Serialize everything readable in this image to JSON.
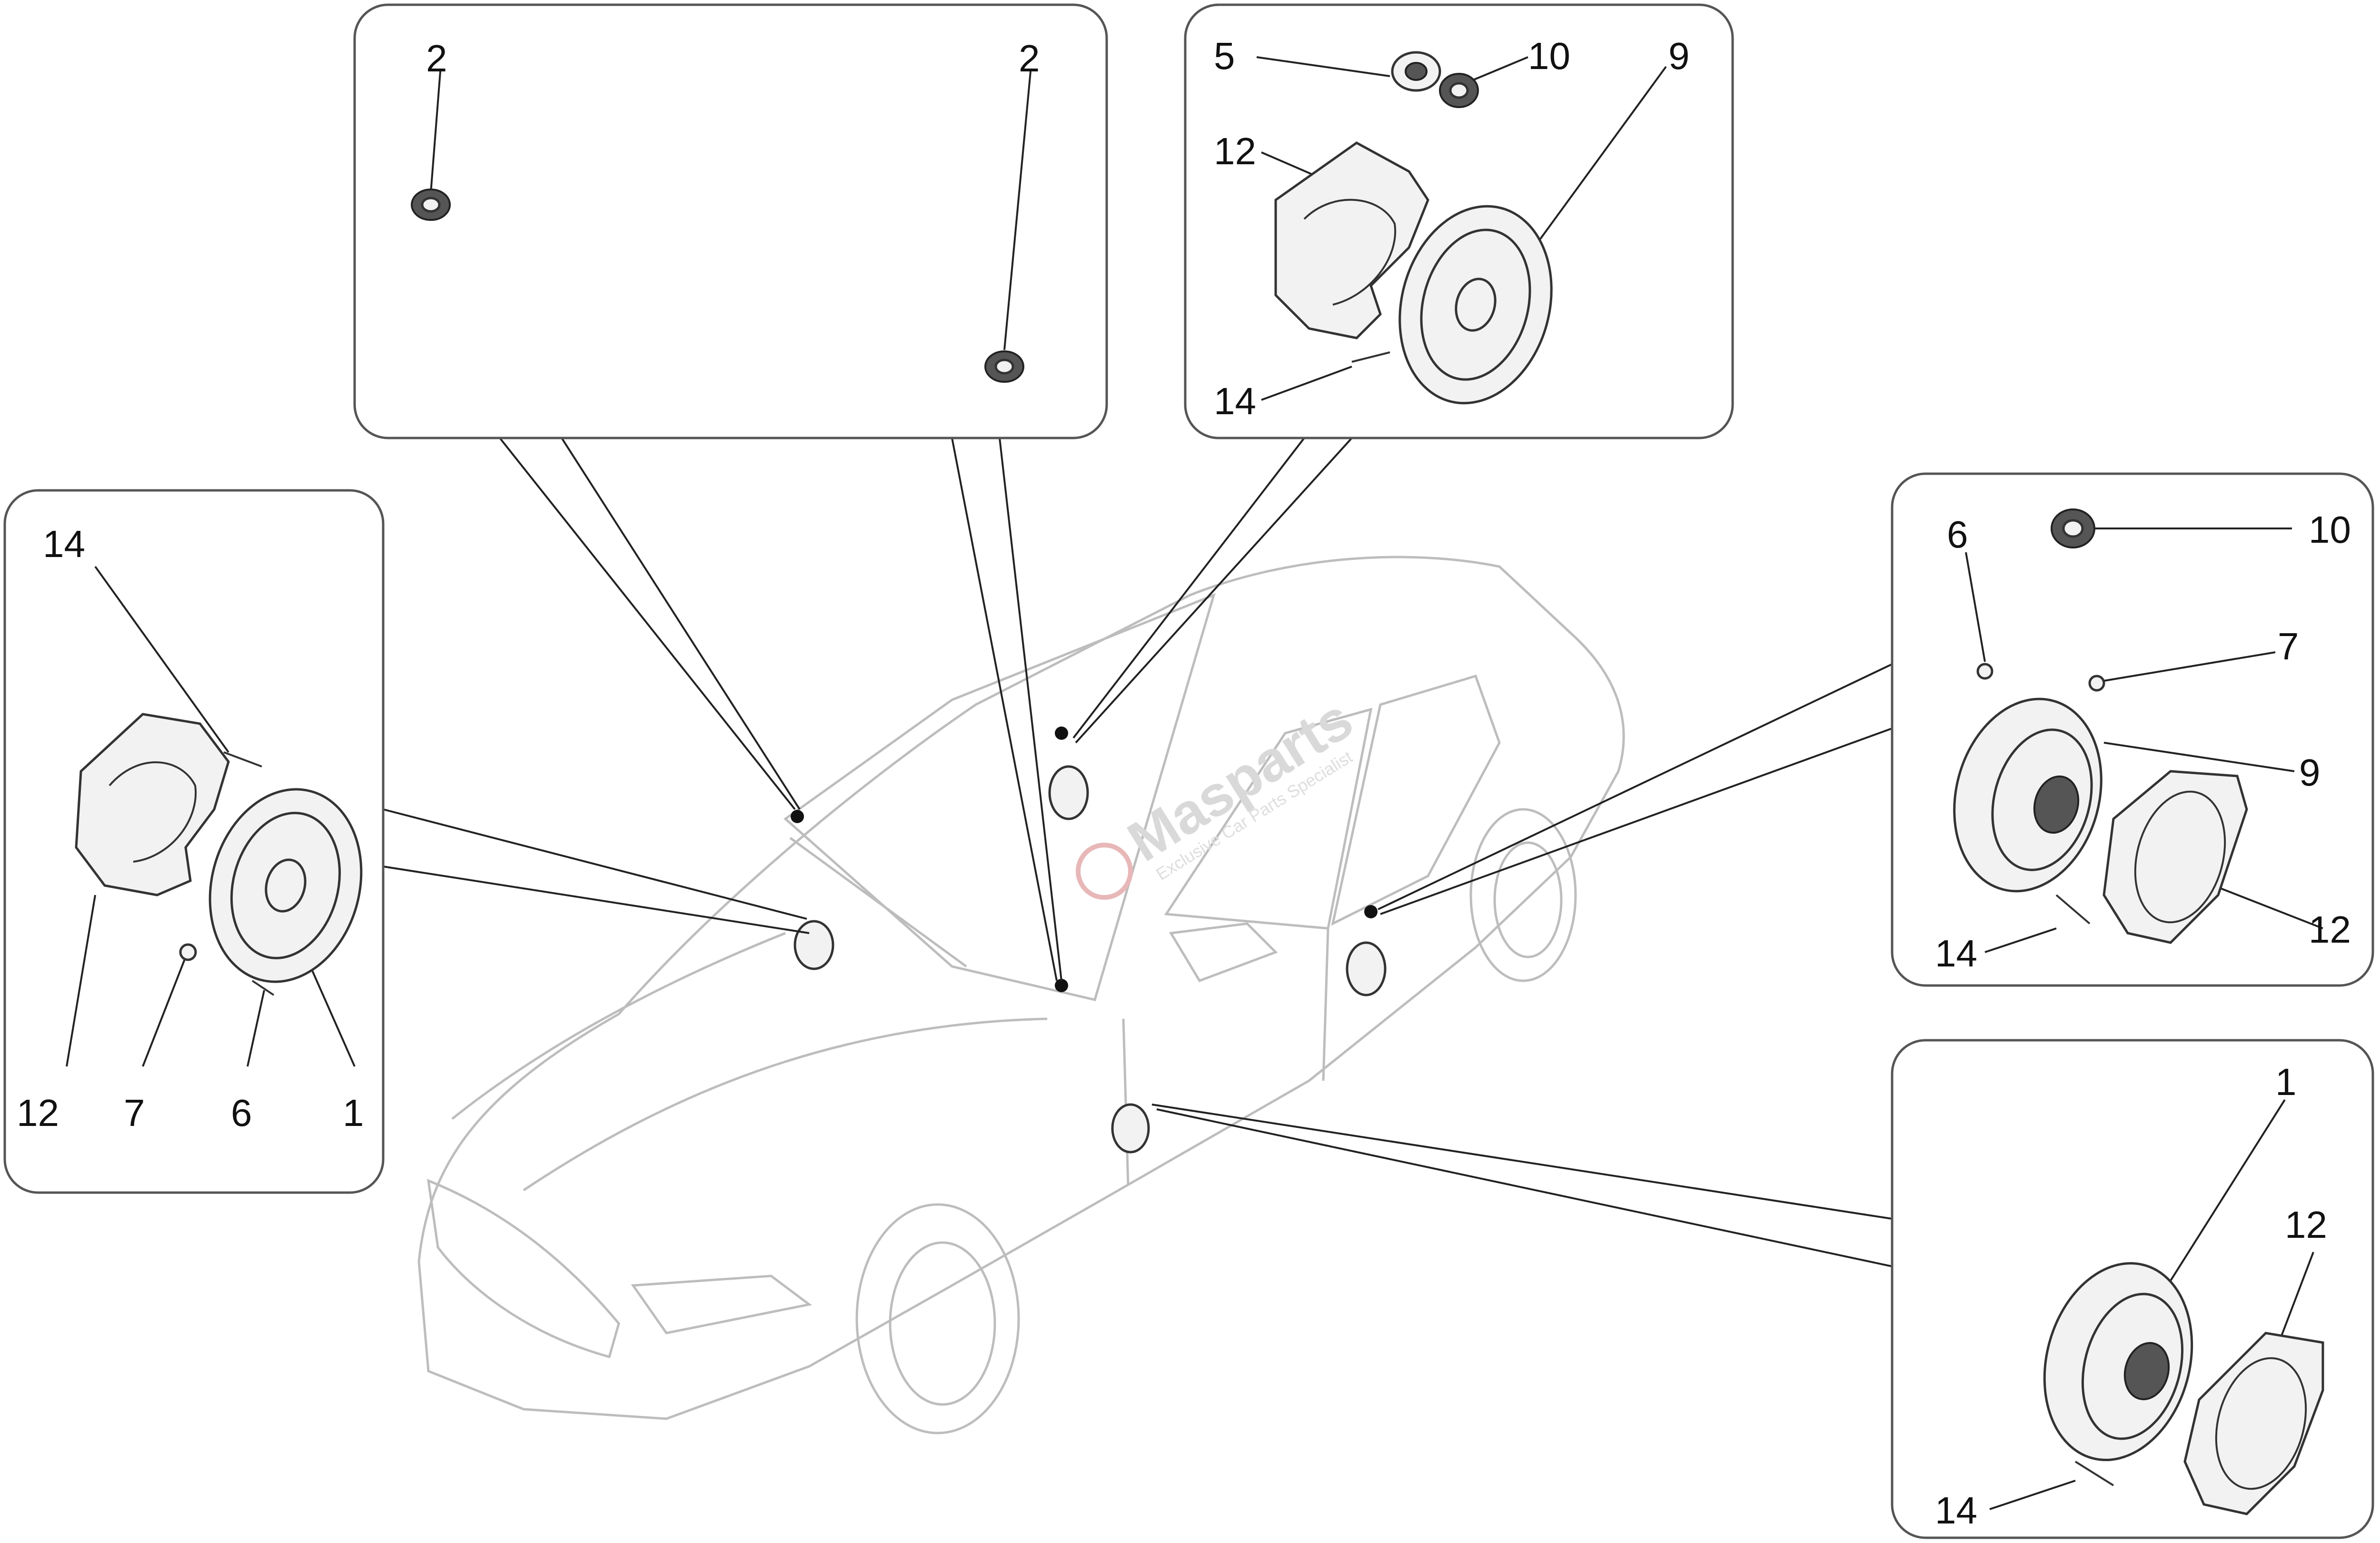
{
  "watermark": {
    "brand": "Masparts",
    "tagline": "Exclusive Car Parts Specialist"
  },
  "panels": {
    "top_center": {
      "labels": [
        "2",
        "2"
      ]
    },
    "top_right": {
      "labels": [
        "5",
        "10",
        "9",
        "12",
        "14"
      ]
    },
    "left": {
      "labels": [
        "14",
        "12",
        "7",
        "6",
        "1"
      ]
    },
    "right_middle": {
      "labels": [
        "6",
        "10",
        "7",
        "9",
        "12",
        "14"
      ]
    },
    "right_bottom": {
      "labels": [
        "1",
        "12",
        "14"
      ]
    }
  },
  "colors": {
    "line": "#222222",
    "car_outline": "#bdbdbd",
    "panel_border": "#555555"
  }
}
